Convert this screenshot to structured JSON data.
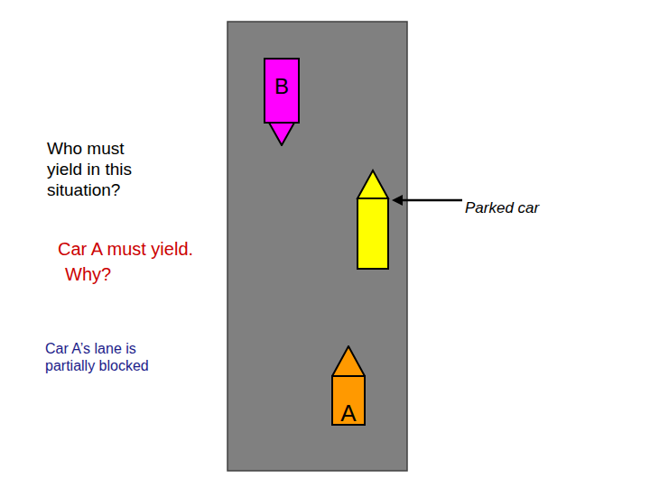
{
  "diagram": {
    "nodes": [
      {
        "text": [
          "B"
        ]
      },
      {
        "text": [
          "A"
        ]
      }
    ],
    "labels": [
      "Who must yield in this situation?",
      "Car A must yield.",
      "Why?",
      "Car A’s lane is partially blocked",
      "Parked car"
    ]
  }
}
